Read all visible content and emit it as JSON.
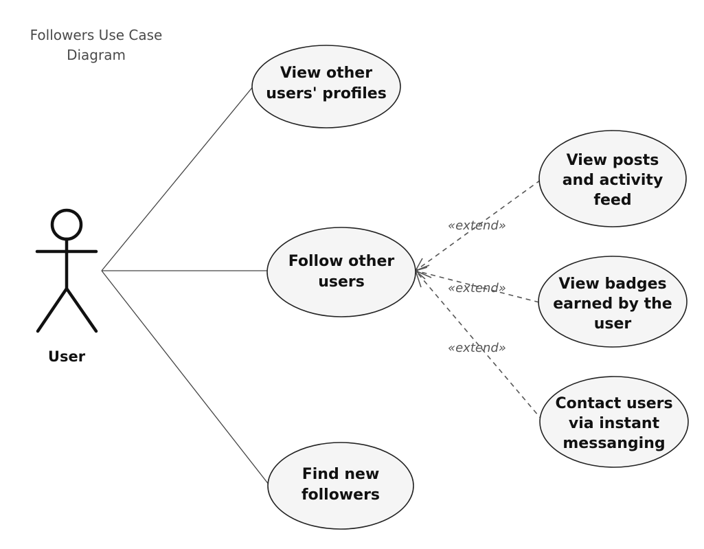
{
  "title": [
    "Followers Use Case",
    "Diagram"
  ],
  "actor": {
    "label": "User"
  },
  "use_cases": {
    "view_profiles": [
      "View other",
      "users' profiles"
    ],
    "follow_users": [
      "Follow other",
      "users"
    ],
    "find_followers": [
      "Find new",
      "followers"
    ],
    "view_posts": [
      "View posts",
      "and activity",
      "feed"
    ],
    "view_badges": [
      "View badges",
      "earned by the",
      "user"
    ],
    "contact_users": [
      "Contact users",
      "via instant",
      "messanging"
    ]
  },
  "relations": {
    "extend_posts": "«extend»",
    "extend_badges": "«extend»",
    "extend_contact": "«extend»"
  },
  "colors": {
    "ellipse_fill": "#f5f5f5",
    "outline": "#222222",
    "text": "#111111",
    "stereotype_text": "#555555"
  }
}
